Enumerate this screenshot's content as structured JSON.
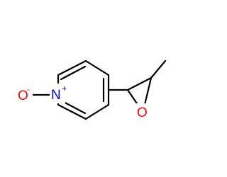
{
  "molecule": {
    "atoms": {
      "nitrogen": {
        "symbol": "N",
        "charge": "+"
      },
      "n_oxide_oxygen": {
        "symbol": "O",
        "charge": "-"
      },
      "epoxide_oxygen": {
        "symbol": "O"
      }
    },
    "colors": {
      "bond": "#000000",
      "nitrogen": "#0000ff",
      "oxygen": "#ff0000"
    }
  }
}
